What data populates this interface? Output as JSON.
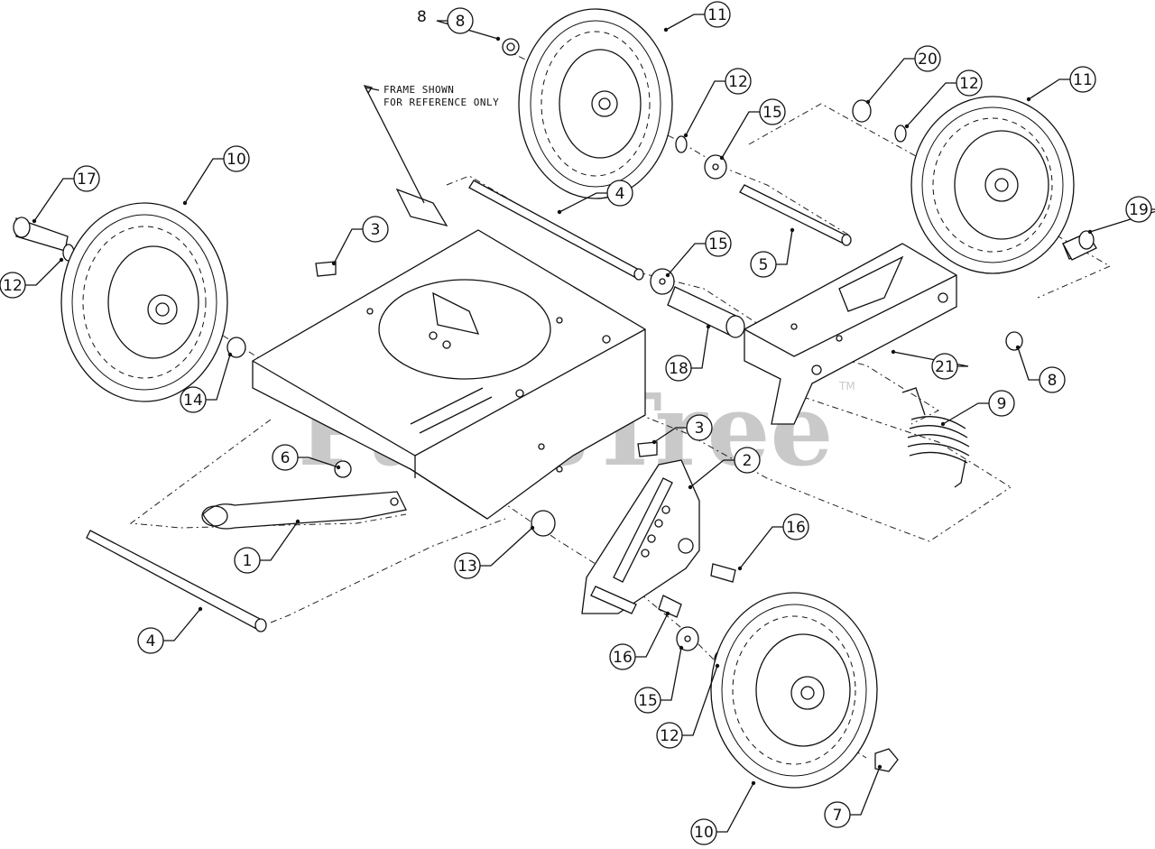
{
  "note": {
    "line1": "FRAME SHOWN",
    "line2": "FOR REFERENCE ONLY"
  },
  "watermark": {
    "text": "PartsTree",
    "tm": "TM"
  },
  "loose_label": "8",
  "callouts": [
    {
      "num": "8"
    },
    {
      "num": "11"
    },
    {
      "num": "12"
    },
    {
      "num": "15"
    },
    {
      "num": "20"
    },
    {
      "num": "12"
    },
    {
      "num": "11"
    },
    {
      "num": "19"
    },
    {
      "num": "10"
    },
    {
      "num": "17"
    },
    {
      "num": "3"
    },
    {
      "num": "4"
    },
    {
      "num": "5"
    },
    {
      "num": "15"
    },
    {
      "num": "12"
    },
    {
      "num": "14"
    },
    {
      "num": "18"
    },
    {
      "num": "21"
    },
    {
      "num": "8"
    },
    {
      "num": "3"
    },
    {
      "num": "9"
    },
    {
      "num": "2"
    },
    {
      "num": "6"
    },
    {
      "num": "16"
    },
    {
      "num": "1"
    },
    {
      "num": "13"
    },
    {
      "num": "4"
    },
    {
      "num": "16"
    },
    {
      "num": "15"
    },
    {
      "num": "12"
    },
    {
      "num": "10"
    },
    {
      "num": "7"
    }
  ]
}
